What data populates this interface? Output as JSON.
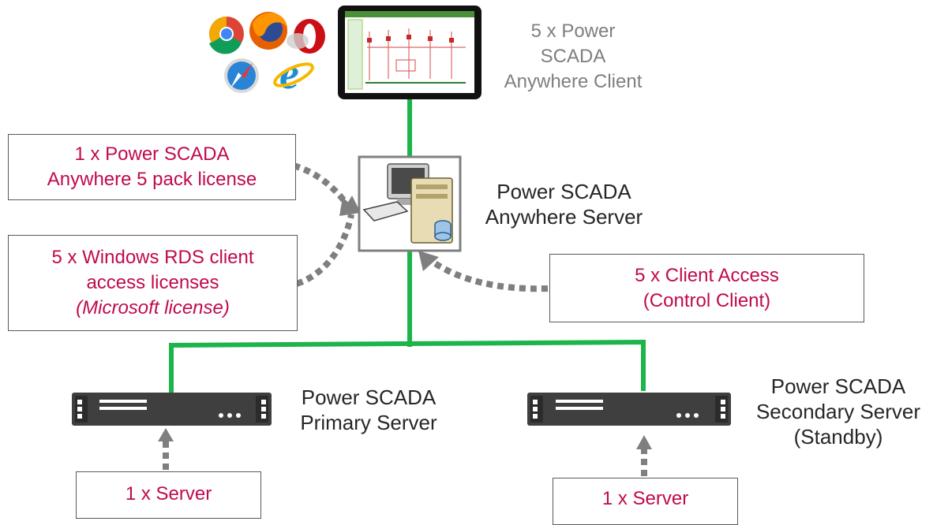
{
  "tablet_client": {
    "line1": "5 x Power",
    "line2": "SCADA",
    "line3": "Anywhere Client"
  },
  "anywhere_server": {
    "line1": "Power SCADA",
    "line2": "Anywhere Server"
  },
  "primary_server": {
    "line1": "Power SCADA",
    "line2": "Primary Server"
  },
  "secondary_server": {
    "line1": "Power SCADA",
    "line2": "Secondary Server",
    "line3": "(Standby)"
  },
  "license_box": {
    "line1": "1 x Power SCADA",
    "line2": "Anywhere 5 pack license"
  },
  "rds_box": {
    "line1": "5 x Windows RDS client",
    "line2": "access licenses",
    "line3": "(Microsoft license)"
  },
  "client_access_box": {
    "line1": "5 x Client Access",
    "line2": "(Control Client)"
  },
  "primary_server_box": {
    "line1": "1 x Server"
  },
  "secondary_server_box": {
    "line1": "1 x Server"
  },
  "colors": {
    "connection": "#1db44a",
    "dotted_arrow": "#7f7f7f",
    "box_text": "#c00a4e",
    "client_text": "#7f7f7f"
  },
  "icons": [
    "chrome-icon",
    "firefox-icon",
    "opera-icon",
    "safari-icon",
    "internet-explorer-icon",
    "tablet-icon",
    "workstation-icon",
    "rack-server-icon"
  ]
}
